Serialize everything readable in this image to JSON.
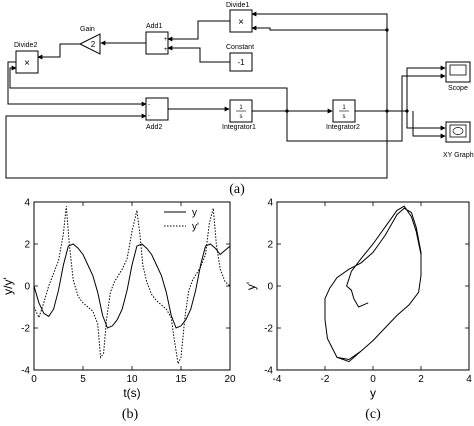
{
  "diagram": {
    "blocks": {
      "divide1": "Divide1",
      "gain": "Gain",
      "gain_value": "2",
      "add1": "Add1",
      "constant": "Constant",
      "constant_value": "-1",
      "divide2": "Divide2",
      "add2": "Add2",
      "integrator1": "Integrator1",
      "integrator2": "Integrator2",
      "scope": "Scope",
      "xy_graph": "XY Graph",
      "integrator_num": "1",
      "integrator_den": "s",
      "multiply_symbol": "×",
      "divide_symbol": "÷",
      "plus": "+",
      "minus": "-"
    },
    "caption": "(a)"
  },
  "chart_data": [
    {
      "type": "line",
      "caption": "(b)",
      "xlabel": "t(s)",
      "ylabel": "y/y'",
      "xlim": [
        0,
        20
      ],
      "ylim": [
        -4,
        4
      ],
      "xticks": [
        "0",
        "5",
        "10",
        "15",
        "20"
      ],
      "yticks": [
        "-4",
        "-2",
        "0",
        "2",
        "4"
      ],
      "legend_position": "top-right",
      "series": [
        {
          "name": "y",
          "style": "solid",
          "x": [
            0,
            0.5,
            1.0,
            1.5,
            2.0,
            2.5,
            3.0,
            3.5,
            4.0,
            4.5,
            5.0,
            5.5,
            6.0,
            6.5,
            7.0,
            7.5,
            8.0,
            8.5,
            9.0,
            9.5,
            10.0,
            10.5,
            11.0,
            11.5,
            12.0,
            12.5,
            13.0,
            13.5,
            14.0,
            14.5,
            15.0,
            15.5,
            16.0,
            16.5,
            17.0,
            17.5,
            18.0,
            18.5,
            19.0,
            19.5,
            20.0
          ],
          "values": [
            0,
            -0.8,
            -1.3,
            -1.45,
            -1.1,
            -0.2,
            1.0,
            1.9,
            2.0,
            1.8,
            1.5,
            1.0,
            0.5,
            -0.3,
            -1.4,
            -2.0,
            -1.9,
            -1.6,
            -1.1,
            -0.2,
            1.0,
            1.9,
            2.0,
            1.8,
            1.5,
            1.0,
            0.5,
            -0.3,
            -1.4,
            -2.0,
            -1.9,
            -1.6,
            -1.1,
            -0.2,
            1.0,
            1.9,
            2.0,
            1.8,
            1.5,
            1.7,
            1.9
          ]
        },
        {
          "name": "y'",
          "style": "dotted",
          "x": [
            0,
            0.5,
            1.0,
            1.5,
            2.0,
            2.5,
            3.0,
            3.3,
            3.6,
            4.0,
            4.5,
            5.0,
            5.5,
            6.0,
            6.5,
            6.8,
            7.1,
            7.4,
            7.8,
            8.2,
            8.6,
            9.0,
            9.5,
            10.0,
            10.5,
            10.8,
            11.1,
            11.5,
            12.0,
            12.5,
            13.0,
            13.5,
            14.0,
            14.3,
            14.7,
            15.0,
            15.4,
            15.8,
            16.2,
            16.6,
            17.0,
            17.5,
            17.9,
            18.3,
            18.6,
            19.0,
            19.5,
            20.0
          ],
          "values": [
            -1.0,
            -1.5,
            -0.8,
            0.0,
            0.6,
            1.2,
            2.5,
            3.8,
            2.0,
            0.3,
            -0.5,
            -0.8,
            -1.0,
            -1.2,
            -1.8,
            -3.4,
            -3.2,
            -1.6,
            -0.3,
            0.2,
            0.5,
            0.8,
            1.3,
            2.6,
            3.6,
            2.5,
            1.0,
            0.2,
            -0.4,
            -0.7,
            -0.9,
            -1.1,
            -1.5,
            -2.5,
            -3.7,
            -3.4,
            -1.5,
            -0.2,
            0.3,
            0.6,
            0.9,
            1.5,
            3.0,
            3.7,
            2.0,
            0.8,
            0.2,
            0.0
          ]
        }
      ]
    },
    {
      "type": "line",
      "caption": "(c)",
      "xlabel": "y",
      "ylabel": "y'",
      "xlim": [
        -4,
        4
      ],
      "ylim": [
        -4,
        4
      ],
      "xticks": [
        "-4",
        "-2",
        "0",
        "2",
        "4"
      ],
      "yticks": [
        "-4",
        "-2",
        "0",
        "2",
        "4"
      ],
      "series": [
        {
          "name": "",
          "style": "solid",
          "x": [
            -0.2,
            -0.4,
            -0.6,
            -0.8,
            -0.9,
            -1.1,
            -0.9,
            -0.5,
            0.0,
            0.5,
            1.0,
            1.3,
            1.6,
            1.8,
            2.0,
            2.0,
            1.9,
            1.5,
            1.0,
            0.5,
            0.0,
            -0.5,
            -1.0,
            -1.5,
            -1.9,
            -2.0,
            -2.0,
            -1.8,
            -1.5,
            -1.0,
            -0.5,
            0.0,
            0.5,
            1.0,
            1.3,
            1.6,
            1.8,
            2.0,
            2.0,
            1.9,
            1.5,
            1.0,
            0.5,
            0.0,
            -0.5,
            -1.0,
            -1.5,
            -1.9,
            -2.0,
            -2.0,
            -1.8,
            -1.5,
            -1.0,
            -0.5,
            0.0,
            0.5,
            1.0,
            1.2
          ],
          "values": [
            -0.8,
            -0.9,
            -1.0,
            -0.6,
            -0.2,
            0.0,
            0.7,
            1.3,
            2.0,
            2.8,
            3.6,
            3.8,
            3.3,
            2.6,
            1.5,
            0.5,
            -0.3,
            -0.9,
            -1.4,
            -2.0,
            -2.6,
            -3.1,
            -3.5,
            -3.4,
            -2.5,
            -1.6,
            -0.6,
            -0.1,
            0.4,
            0.8,
            1.1,
            1.6,
            2.4,
            3.4,
            3.7,
            3.5,
            2.8,
            1.6,
            0.5,
            -0.3,
            -0.9,
            -1.4,
            -2.0,
            -2.6,
            -3.1,
            -3.6,
            -3.4,
            -2.5,
            -1.6,
            -0.6,
            -0.1,
            0.4,
            0.8,
            1.1,
            1.6,
            2.4,
            3.4,
            3.6
          ]
        }
      ]
    }
  ]
}
